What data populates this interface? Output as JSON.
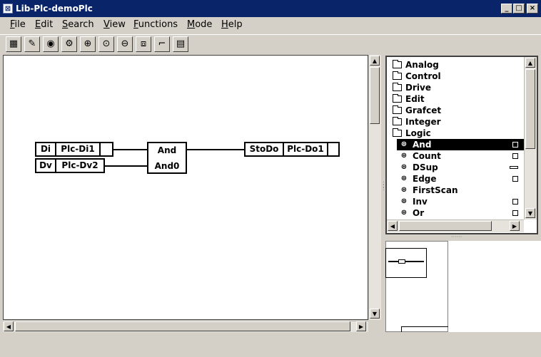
{
  "window": {
    "title": "Lib-Plc-demoPlc",
    "icon_name": "app-logo-icon",
    "controls": [
      "minimize",
      "maximize",
      "close"
    ]
  },
  "menu": {
    "items": [
      {
        "label": "File",
        "mnemonic": "F"
      },
      {
        "label": "Edit",
        "mnemonic": "E"
      },
      {
        "label": "Search",
        "mnemonic": "S"
      },
      {
        "label": "View",
        "mnemonic": "V"
      },
      {
        "label": "Functions",
        "mnemonic": "F"
      },
      {
        "label": "Mode",
        "mnemonic": "M"
      },
      {
        "label": "Help",
        "mnemonic": "H"
      }
    ]
  },
  "toolbar": {
    "buttons": [
      {
        "name": "grid-icon",
        "glyph": "▦"
      },
      {
        "name": "pencil-icon",
        "glyph": "✎"
      },
      {
        "name": "eye-icon",
        "glyph": "👁"
      },
      {
        "name": "gear-icon",
        "glyph": "⚙"
      },
      {
        "name": "zoom-in-icon",
        "glyph": "🔍"
      },
      {
        "name": "zoom-reset-icon",
        "glyph": "🔍"
      },
      {
        "name": "zoom-out-icon",
        "glyph": "🔍"
      },
      {
        "name": "component-icon",
        "glyph": "⧈"
      },
      {
        "name": "step-icon",
        "glyph": "⌐"
      },
      {
        "name": "info-icon",
        "glyph": "▤"
      }
    ]
  },
  "diagram": {
    "nodes": [
      {
        "id": "di",
        "cells": [
          "Di",
          "Plc-Di1"
        ]
      },
      {
        "id": "dv",
        "cells": [
          "Dv",
          "Plc-Dv2"
        ]
      },
      {
        "id": "and",
        "cells": [
          "And",
          "And0"
        ]
      },
      {
        "id": "stodo",
        "cells": [
          "StoDo",
          "Plc-Do1"
        ]
      }
    ]
  },
  "palette": {
    "folders": [
      {
        "label": "Analog",
        "open": false
      },
      {
        "label": "Control",
        "open": false
      },
      {
        "label": "Drive",
        "open": false
      },
      {
        "label": "Edit",
        "open": false
      },
      {
        "label": "Grafcet",
        "open": false
      },
      {
        "label": "Integer",
        "open": false
      },
      {
        "label": "Logic",
        "open": true
      }
    ],
    "items": [
      {
        "label": "And",
        "selected": true
      },
      {
        "label": "Count",
        "selected": false
      },
      {
        "label": "DSup",
        "selected": false
      },
      {
        "label": "Edge",
        "selected": false
      },
      {
        "label": "FirstScan",
        "selected": false
      },
      {
        "label": "Inv",
        "selected": false
      },
      {
        "label": "Or",
        "selected": false
      }
    ]
  },
  "colors": {
    "titlebar": "#0a246a",
    "face": "#d4d0c8",
    "selection": "#000000"
  }
}
